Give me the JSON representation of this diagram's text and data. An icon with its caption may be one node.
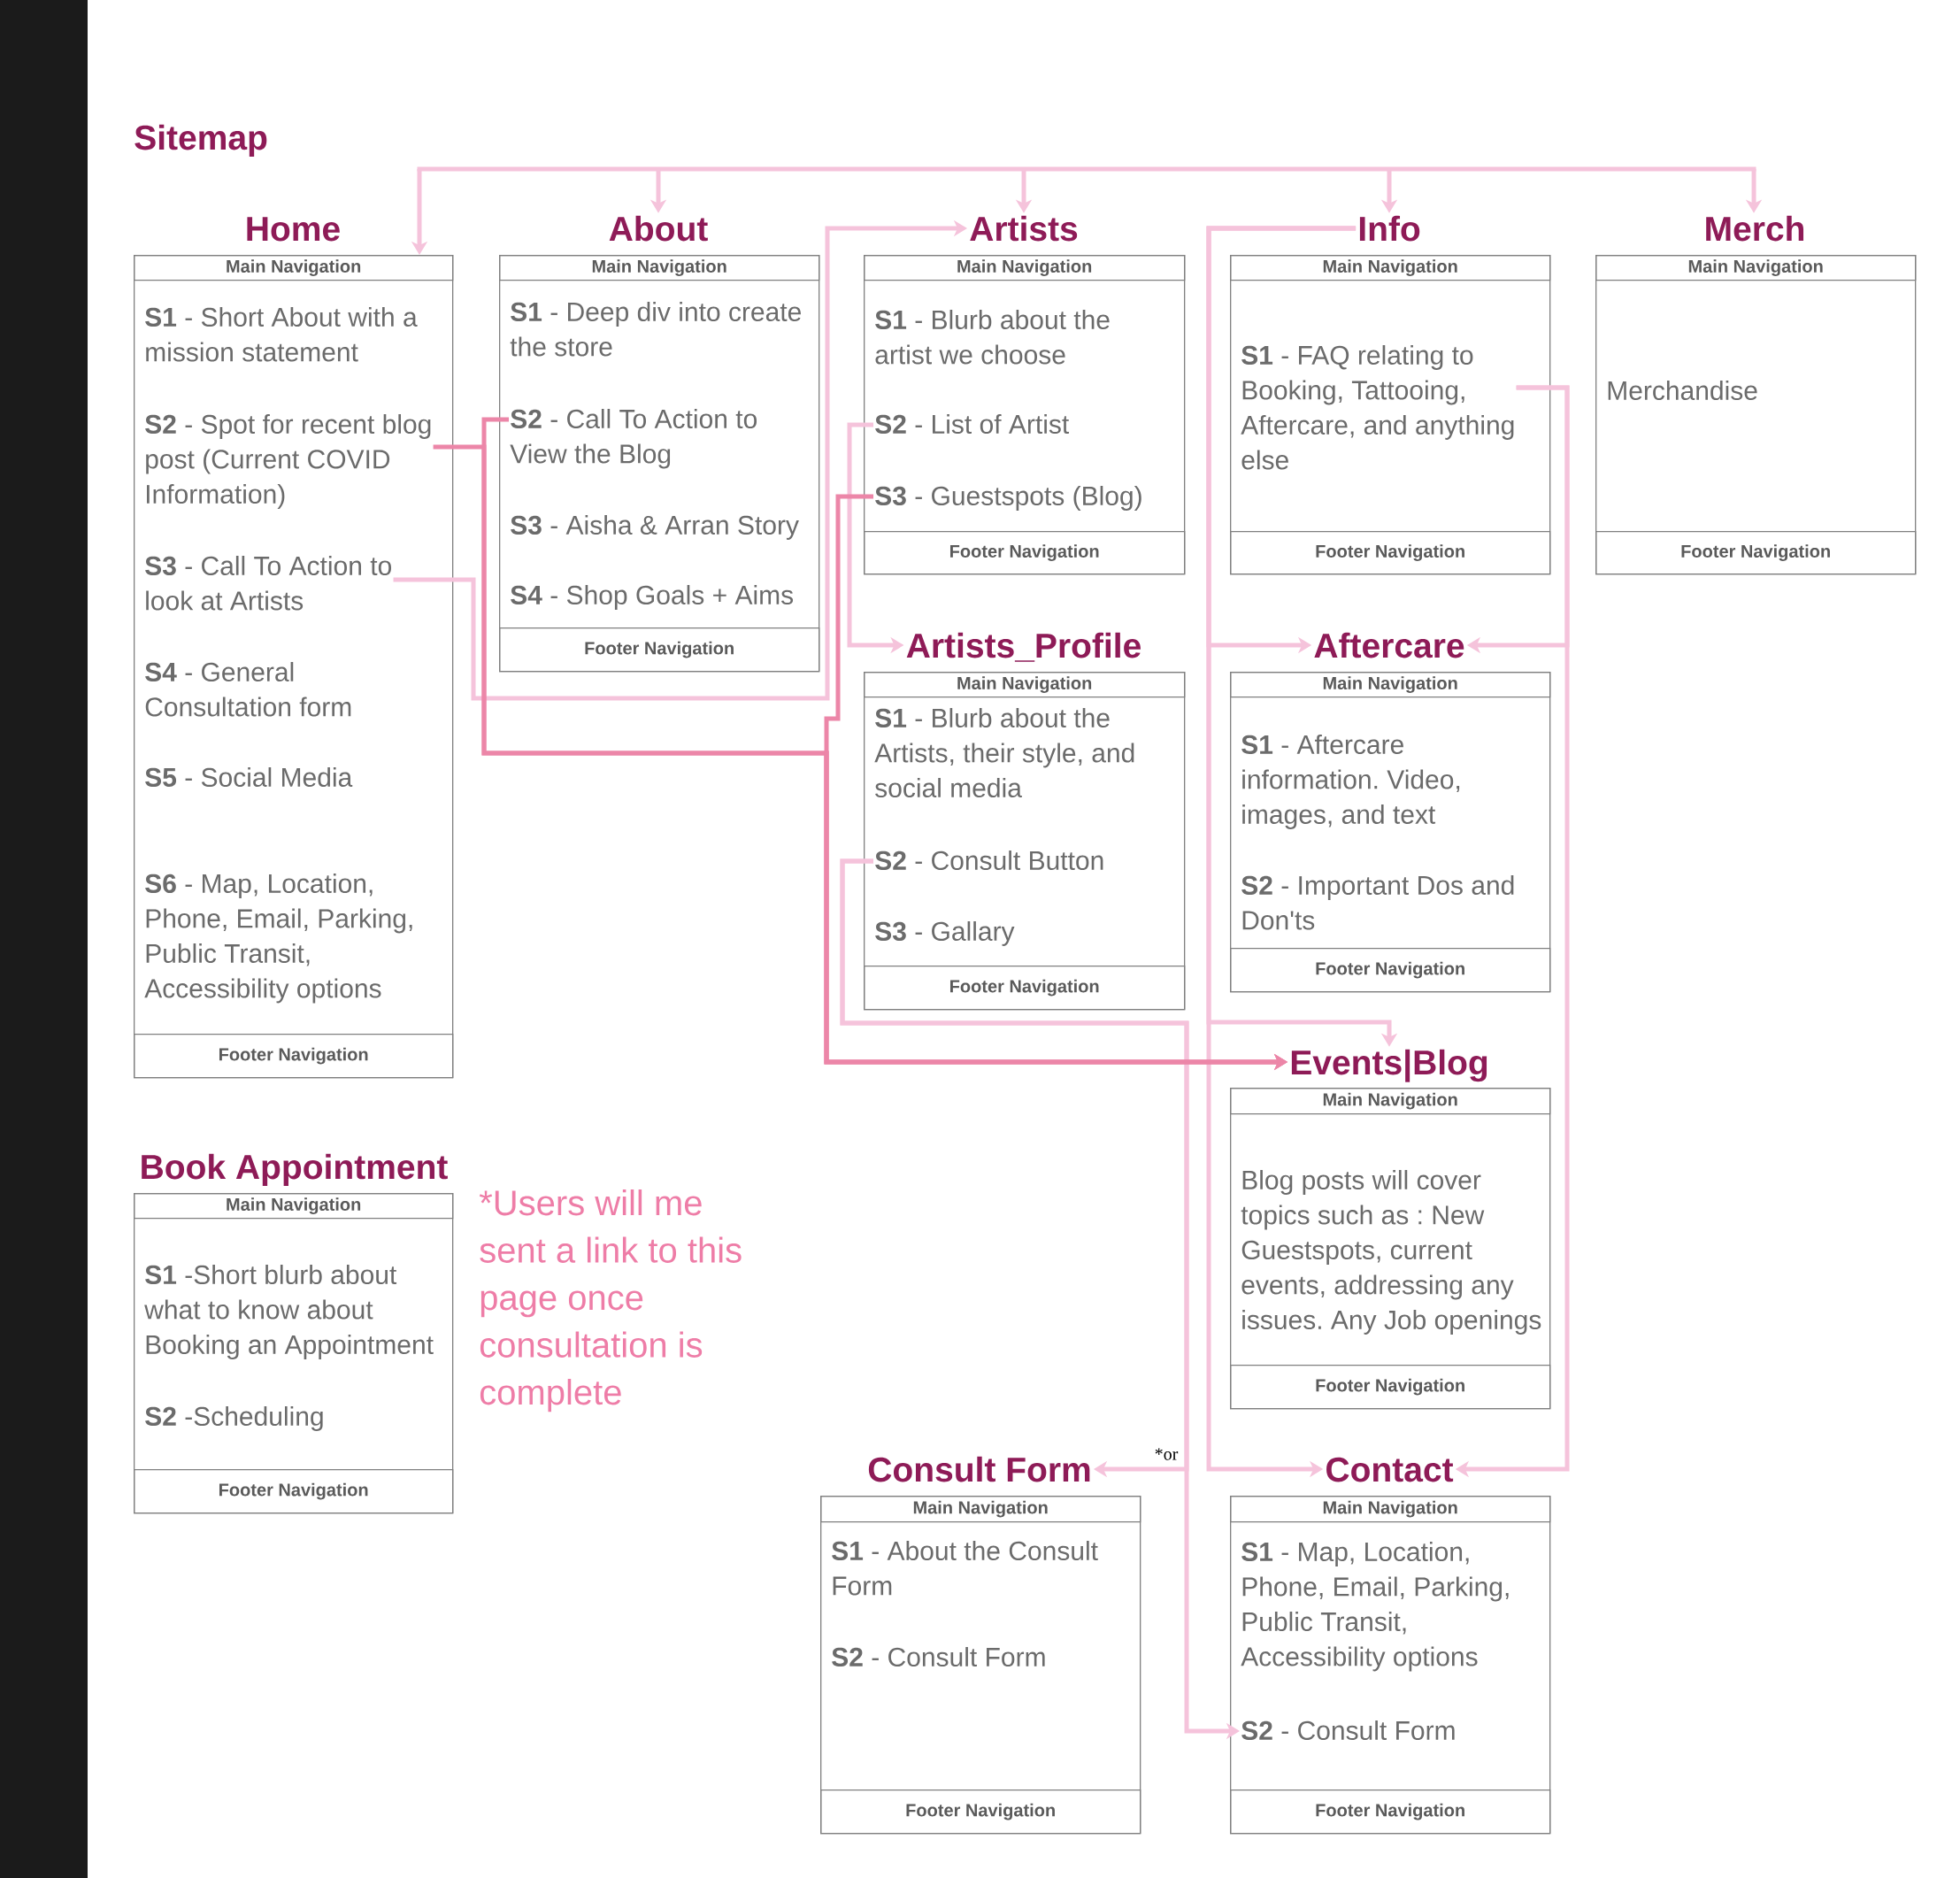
{
  "diagram": {
    "title": "Sitemap",
    "nodes": [
      {
        "text": [
          "Home",
          "Main Navigation",
          "Footer Navigation"
        ]
      },
      {
        "text": [
          "**S1** - Short About with a mission statement"
        ],
        "in": 0
      },
      {
        "text": [
          "**S2** - Spot for recent blog post (Current COVID Information)"
        ],
        "in": 0
      },
      {
        "text": [
          "**S3** - Call To Action to look at Artists"
        ],
        "in": 0
      },
      {
        "text": [
          "**S4** - General Consultation form"
        ],
        "in": 0
      },
      {
        "text": [
          "**S5** - Social Media"
        ],
        "in": 0
      },
      {
        "text": [
          "**S6** - Map, Location, Phone, Email, Parking, Public Transit, Accessibility options"
        ],
        "in": 0
      },
      {
        "text": [
          "About",
          "Main Navigation",
          "Footer Navigation"
        ]
      },
      {
        "text": [
          "**S1** - Deep div into create the store"
        ],
        "in": 7
      },
      {
        "text": [
          "**S2** - Call To Action to View the Blog"
        ],
        "in": 7
      },
      {
        "text": [
          "**S3** - Aisha & Arran Story"
        ],
        "in": 7
      },
      {
        "text": [
          "**S4** - Shop Goals + Aims"
        ],
        "in": 7
      },
      {
        "text": [
          "Artists",
          "Main Navigation",
          "Footer Navigation"
        ]
      },
      {
        "text": [
          "**S1** - Blurb about the artist we choose"
        ],
        "in": 12
      },
      {
        "text": [
          "**S2** - List of Artist"
        ],
        "in": 12
      },
      {
        "text": [
          "**S3** - Guestspots (Blog)"
        ],
        "in": 12
      },
      {
        "text": [
          "Info",
          "Main Navigation",
          "Footer Navigation"
        ]
      },
      {
        "text": [
          "**S1** - FAQ relating to Booking, Tattooing, Aftercare, and anything else"
        ],
        "in": 16
      },
      {
        "text": [
          "Merch",
          "Main Navigation",
          "Footer Navigation"
        ]
      },
      {
        "text": [
          "Merchandise"
        ],
        "in": 18
      },
      {
        "text": [
          "Artists_Profile",
          "Main Navigation",
          "Footer Navigation"
        ]
      },
      {
        "text": [
          "**S1** - Blurb about the Artists, their style, and social media"
        ],
        "in": 20
      },
      {
        "text": [
          "**S2** - Consult Button"
        ],
        "in": 20
      },
      {
        "text": [
          "**S3** - Gallary"
        ],
        "in": 20
      },
      {
        "text": [
          "Aftercare",
          "Main Navigation",
          "Footer Navigation"
        ]
      },
      {
        "text": [
          "**S1** - Aftercare information. Video, images, and text"
        ],
        "in": 24
      },
      {
        "text": [
          "**S2** - Important Dos and Don'ts"
        ],
        "in": 24
      },
      {
        "text": [
          "Events|Blog",
          "Main Navigation",
          "Footer Navigation"
        ]
      },
      {
        "text": [
          "Blog posts will cover topics such as : New Guestspots, current events, addressing any issues. Any Job openings"
        ],
        "in": 27
      },
      {
        "text": [
          "Book Appointment",
          "Main Navigation",
          "Footer Navigation"
        ]
      },
      {
        "text": [
          "**S1** -Short blurb about what to know about Booking an Appointment"
        ],
        "in": 29
      },
      {
        "text": [
          "**S2** -Scheduling"
        ],
        "in": 29
      },
      {
        "text": [
          "Consult Form",
          "Main Navigation",
          "Footer Navigation"
        ]
      },
      {
        "text": [
          "**S1** - About the Consult Form"
        ],
        "in": 32
      },
      {
        "text": [
          "**S2** - Consult Form"
        ],
        "in": 32
      },
      {
        "text": [
          "Contact",
          "Main Navigation",
          "Footer Navigation"
        ]
      },
      {
        "text": [
          "**S1** - Map, Location, Phone, Email, Parking, Public Transit, Accessibility options"
        ],
        "in": 35
      },
      {
        "text": [
          "**S2** - Consult Form"
        ],
        "in": 35
      }
    ],
    "edges": [
      {
        "from": null,
        "to": 0,
        "arrow": "to"
      },
      {
        "from": null,
        "to": 7,
        "arrow": "to"
      },
      {
        "from": null,
        "to": 12,
        "arrow": "to"
      },
      {
        "from": null,
        "to": 16,
        "arrow": "to"
      },
      {
        "from": null,
        "to": 18,
        "arrow": "to"
      },
      {
        "from": 3,
        "to": 12,
        "arrow": "to"
      },
      {
        "from": 2,
        "to": 27,
        "arrow": "to",
        "color": "#ec86a8"
      },
      {
        "from": 9,
        "to": 27,
        "arrow": "to",
        "color": "#ec86a8"
      },
      {
        "from": 15,
        "to": 27,
        "arrow": "to",
        "color": "#ec86a8"
      },
      {
        "from": 14,
        "to": 20,
        "arrow": "to"
      },
      {
        "from": 22,
        "to": 32,
        "arrow": "to",
        "label": "*or"
      },
      {
        "from": 22,
        "to": 37,
        "arrow": "to"
      },
      {
        "from": 16,
        "to": 24,
        "arrow": "to"
      },
      {
        "from": 16,
        "to": 27,
        "arrow": "to"
      },
      {
        "from": 16,
        "to": 35,
        "arrow": "to"
      },
      {
        "from": 17,
        "to": 24,
        "arrow": "to"
      },
      {
        "from": 17,
        "to": 35,
        "arrow": "to"
      }
    ],
    "labels": [
      "*Users will me sent a link to this page once consultation is complete"
    ]
  }
}
